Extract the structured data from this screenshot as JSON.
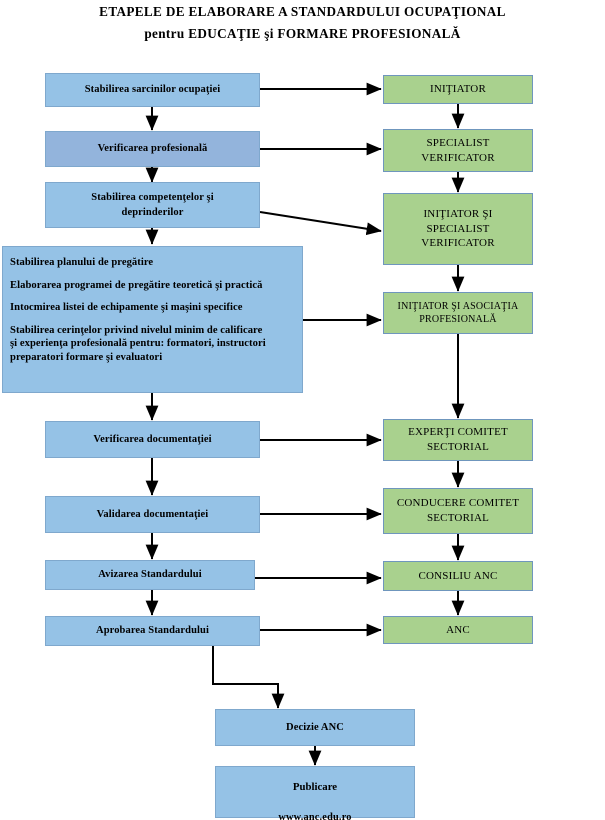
{
  "title": {
    "line1": "ETAPELE DE ELABORARE A STANDARDULUI OCUPAŢIONAL",
    "line2": "pentru EDUCAŢIE şi FORMARE PROFESIONALĂ"
  },
  "colors": {
    "blue_fill": "#95c2e6",
    "blue_fill_dark": "#93b4dc",
    "blue_border": "#7fa8cd",
    "green_fill": "#a9d18e",
    "green_border": "#6f96bd",
    "arrow": "#000000",
    "background": "#ffffff",
    "text": "#000000"
  },
  "left_column": {
    "steps": [
      {
        "id": "stabilirea-sarcinilor",
        "label": "Stabilirea sarcinilor ocupaţiei"
      },
      {
        "id": "verificarea-profesionala",
        "label": "Verificarea profesională"
      },
      {
        "id": "stabilirea-competentelor",
        "label": "Stabilirea competenţelor şi\ndeprinderilor"
      }
    ],
    "task_block": {
      "id": "bloc-pregatire",
      "items": [
        "Stabilirea planului de pregătire",
        "Elaborarea programei de pregătire teoretică şi practică",
        "Intocmirea listei de echipamente şi maşini specifice",
        "Stabilirea cerinţelor privind nivelul minim de calificare\nşi experienţa profesională pentru: formatori, instructori\npreparatori formare şi evaluatori"
      ]
    },
    "steps_after": [
      {
        "id": "verificarea-documentatiei",
        "label": "Verificarea documentaţiei"
      },
      {
        "id": "validarea-documentatiei",
        "label": "Validarea documentaţiei"
      },
      {
        "id": "avizarea-standardului",
        "label": "Avizarea Standardului"
      },
      {
        "id": "aprobarea-standardului",
        "label": "Aprobarea Standardului"
      }
    ]
  },
  "right_column": {
    "actors": [
      {
        "id": "initiator",
        "label": "INIŢIATOR"
      },
      {
        "id": "specialist-verificator",
        "label": "SPECIALIST\nVERIFICATOR"
      },
      {
        "id": "initiator-si-specialist-verificator",
        "label": "INIŢIATOR ŞI\nSPECIALIST\nVERIFICATOR"
      },
      {
        "id": "initiator-si-asociatia-profesionala",
        "label": "INIŢIATOR ŞI ASOCIAŢIA\nPROFESIONALĂ"
      },
      {
        "id": "experti-comitet-sectorial",
        "label": "EXPERŢI COMITET\nSECTORIAL"
      },
      {
        "id": "conducere-comitet-sectorial",
        "label": "CONDUCERE COMITET\nSECTORIAL"
      },
      {
        "id": "consiliu-anc",
        "label": "CONSILIU ANC"
      },
      {
        "id": "anc",
        "label": "ANC"
      }
    ]
  },
  "bottom": {
    "decision": {
      "id": "decizie-anc",
      "label": "Decizie ANC"
    },
    "publish": {
      "id": "publicare",
      "label": "Publicare",
      "url_text": "www.anc.edu.ro"
    }
  },
  "connectors": {
    "vertical_left": "down-arrow",
    "vertical_right": "down-arrow",
    "cross": "right-arrow",
    "diagonal": "diagonal-right-arrow",
    "elbow": "elbow-down-right-arrow"
  }
}
